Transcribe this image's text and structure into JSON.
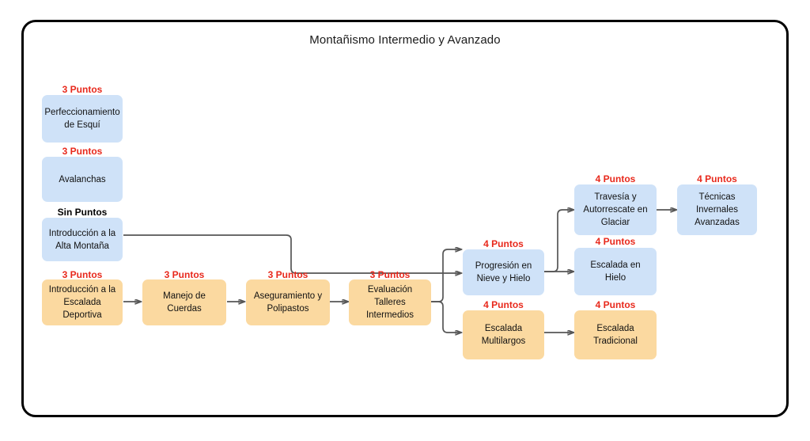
{
  "diagram": {
    "title": "Montañismo Intermedio y Avanzado",
    "colors": {
      "blue_node": "#cfe2f8",
      "orange_node": "#fbd9a0",
      "points_red": "#e8291c",
      "points_black": "#000000",
      "connector": "#565656",
      "frame": "#000000"
    },
    "nodes": [
      {
        "id": "perfeccionamiento-esqui",
        "label": "Perfeccionamiento\nde Esquí",
        "points": "3 Puntos",
        "color": "blue",
        "points_color": "red"
      },
      {
        "id": "avalanchas",
        "label": "Avalanchas",
        "points": "3 Puntos",
        "color": "blue",
        "points_color": "red"
      },
      {
        "id": "intro-alta-montana",
        "label": "Introducción a la\nAlta Montaña",
        "points": "Sin Puntos",
        "color": "blue",
        "points_color": "black"
      },
      {
        "id": "intro-escalada-deportiva",
        "label": "Introducción a la\nEscalada\nDeportiva",
        "points": "3 Puntos",
        "color": "orange",
        "points_color": "red"
      },
      {
        "id": "manejo-cuerdas",
        "label": "Manejo de\nCuerdas",
        "points": "3 Puntos",
        "color": "orange",
        "points_color": "red"
      },
      {
        "id": "aseguramiento-polipastos",
        "label": "Aseguramiento y\nPolipastos",
        "points": "3 Puntos",
        "color": "orange",
        "points_color": "red"
      },
      {
        "id": "evaluacion-talleres",
        "label": "Evaluación\nTalleres\nIntermedios",
        "points": "3 Puntos",
        "color": "orange",
        "points_color": "red"
      },
      {
        "id": "progresion-nieve-hielo",
        "label": "Progresión en\nNieve y Hielo",
        "points": "4 Puntos",
        "color": "blue",
        "points_color": "red"
      },
      {
        "id": "escalada-multilargos",
        "label": "Escalada\nMultilargos",
        "points": "4 Puntos",
        "color": "orange",
        "points_color": "red"
      },
      {
        "id": "travesia-autorrescate",
        "label": "Travesía y\nAutorrescate en\nGlaciar",
        "points": "4 Puntos",
        "color": "blue",
        "points_color": "red"
      },
      {
        "id": "escalada-en-hielo",
        "label": "Escalada en Hielo",
        "points": "4 Puntos",
        "color": "blue",
        "points_color": "red"
      },
      {
        "id": "escalada-tradicional",
        "label": "Escalada\nTradicional",
        "points": "4 Puntos",
        "color": "orange",
        "points_color": "red"
      },
      {
        "id": "tecnicas-invernales",
        "label": "Técnicas\nInvernales\nAvanzadas",
        "points": "4 Puntos",
        "color": "blue",
        "points_color": "red"
      }
    ],
    "edges": [
      {
        "from": "intro-alta-montana",
        "to": "progresion-nieve-hielo"
      },
      {
        "from": "intro-escalada-deportiva",
        "to": "manejo-cuerdas"
      },
      {
        "from": "manejo-cuerdas",
        "to": "aseguramiento-polipastos"
      },
      {
        "from": "aseguramiento-polipastos",
        "to": "evaluacion-talleres"
      },
      {
        "from": "evaluacion-talleres",
        "to": "progresion-nieve-hielo"
      },
      {
        "from": "evaluacion-talleres",
        "to": "escalada-multilargos"
      },
      {
        "from": "progresion-nieve-hielo",
        "to": "travesia-autorrescate"
      },
      {
        "from": "progresion-nieve-hielo",
        "to": "escalada-en-hielo"
      },
      {
        "from": "escalada-multilargos",
        "to": "escalada-tradicional"
      },
      {
        "from": "travesia-autorrescate",
        "to": "tecnicas-invernales"
      }
    ]
  }
}
